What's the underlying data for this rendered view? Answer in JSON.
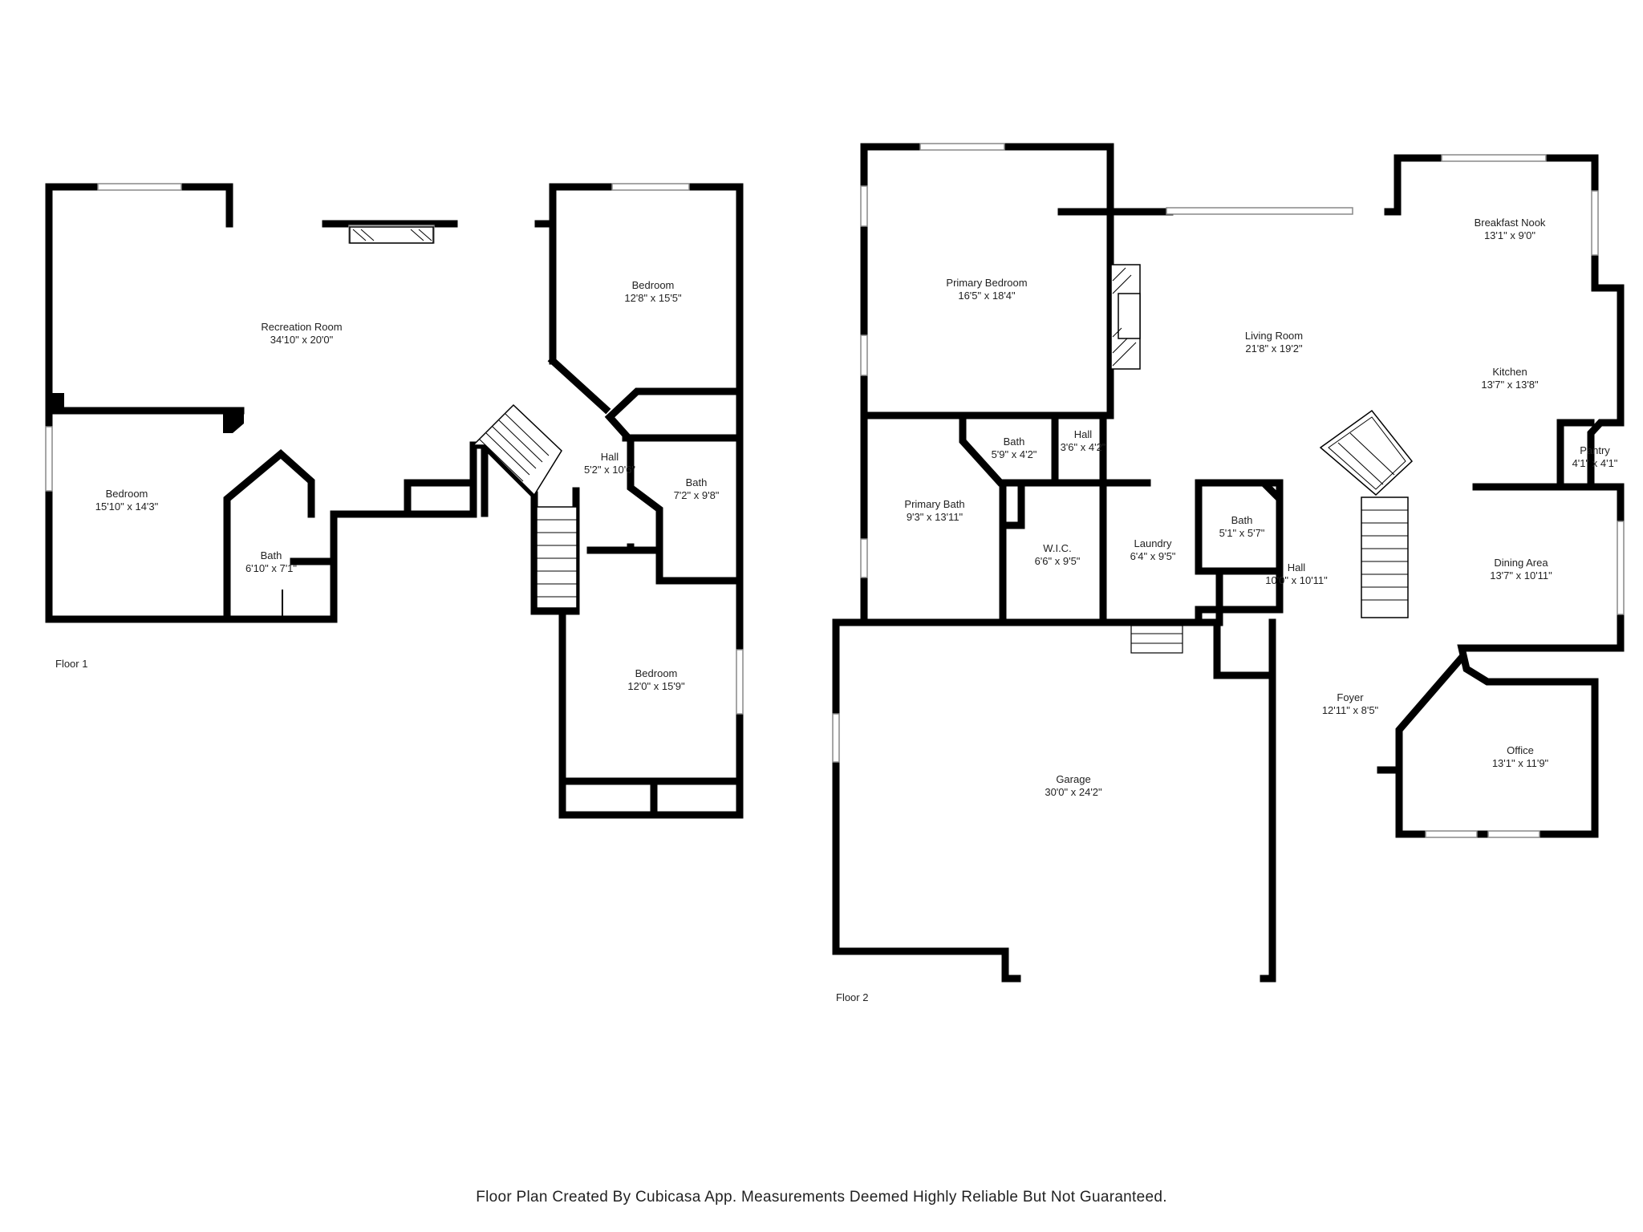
{
  "floors": [
    {
      "label": "Floor 1",
      "rooms": [
        {
          "name": "Recreation Room",
          "dims": "34'10\" x 20'0\""
        },
        {
          "name": "Bedroom",
          "dims": "12'8\" x 15'5\""
        },
        {
          "name": "Bedroom",
          "dims": "15'10\" x 14'3\""
        },
        {
          "name": "Hall",
          "dims": "5'2\" x 10'6\""
        },
        {
          "name": "Bath",
          "dims": "7'2\" x 9'8\""
        },
        {
          "name": "Bath",
          "dims": "6'10\" x 7'1\""
        },
        {
          "name": "Bedroom",
          "dims": "12'0\" x 15'9\""
        }
      ]
    },
    {
      "label": "Floor 2",
      "rooms": [
        {
          "name": "Primary Bedroom",
          "dims": "16'5\" x 18'4\""
        },
        {
          "name": "Breakfast Nook",
          "dims": "13'1\" x 9'0\""
        },
        {
          "name": "Living Room",
          "dims": "21'8\" x 19'2\""
        },
        {
          "name": "Kitchen",
          "dims": "13'7\" x 13'8\""
        },
        {
          "name": "Bath",
          "dims": "5'9\" x 4'2\""
        },
        {
          "name": "Hall",
          "dims": "3'6\" x 4'2\""
        },
        {
          "name": "Pantry",
          "dims": "4'1\" x 4'1\""
        },
        {
          "name": "Primary Bath",
          "dims": "9'3\" x 13'11\""
        },
        {
          "name": "W.I.C.",
          "dims": "6'6\" x 9'5\""
        },
        {
          "name": "Laundry",
          "dims": "6'4\" x 9'5\""
        },
        {
          "name": "Bath",
          "dims": "5'1\" x 5'7\""
        },
        {
          "name": "Hall",
          "dims": "10'0\" x 10'11\""
        },
        {
          "name": "Dining Area",
          "dims": "13'7\" x 10'11\""
        },
        {
          "name": "Foyer",
          "dims": "12'11\" x 8'5\""
        },
        {
          "name": "Office",
          "dims": "13'1\" x 11'9\""
        },
        {
          "name": "Garage",
          "dims": "30'0\" x 24'2\""
        }
      ]
    }
  ],
  "footer": "Floor Plan Created By Cubicasa App. Measurements Deemed Highly Reliable But Not Guaranteed."
}
